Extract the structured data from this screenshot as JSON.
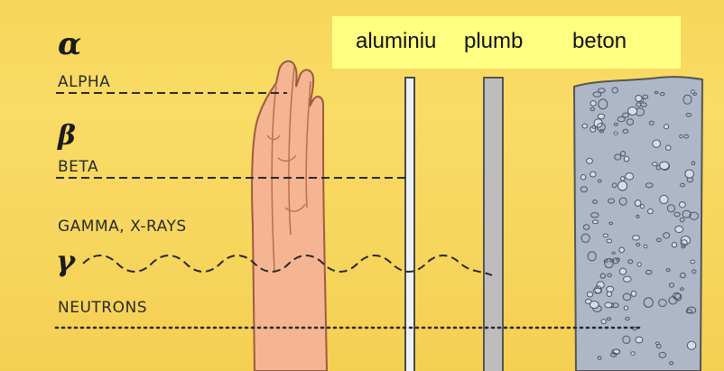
{
  "materials": {
    "aluminium": "aluminiu",
    "lead": "plumb",
    "concrete": "beton"
  },
  "radiation": {
    "alpha_symbol": "α",
    "alpha_name": "ALPHA",
    "beta_symbol": "β",
    "beta_name": "BETA",
    "gamma_name": "GAMMA, X-RAYS",
    "gamma_symbol": "γ",
    "neutrons_name": "NEUTRONS"
  },
  "colors": {
    "background": "#f8d65a",
    "label_highlight": "#ffff82",
    "hand_fill": "#f5b592",
    "aluminium_fill": "#eef2f6",
    "lead_fill": "#bdbdbd",
    "concrete_fill": "#aeb7c8",
    "line": "#2a2a2a"
  }
}
